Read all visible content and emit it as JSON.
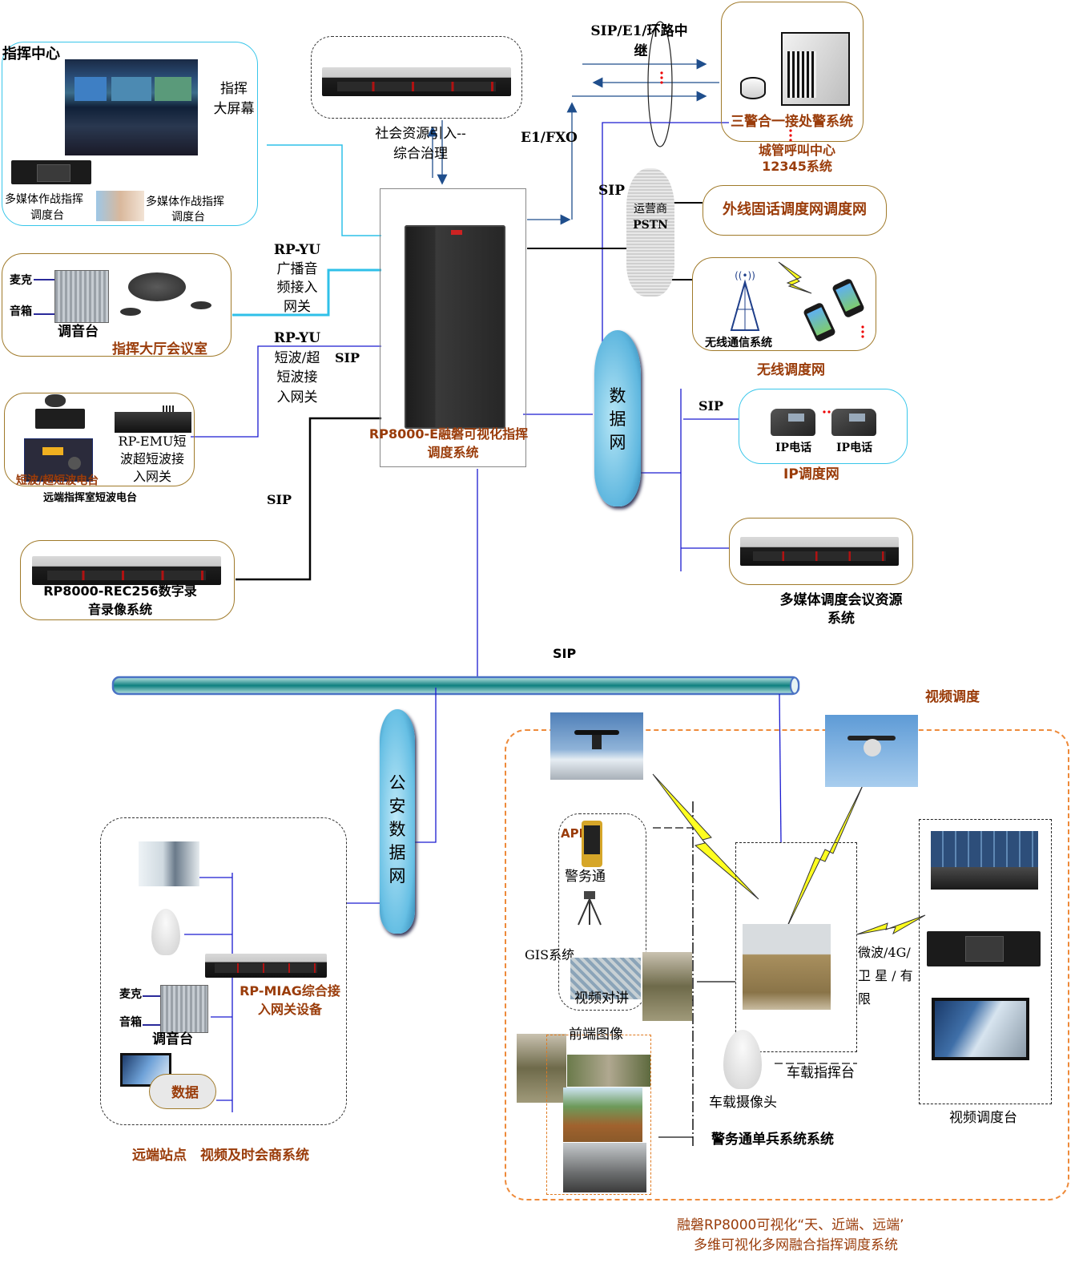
{
  "diagram": {
    "title_line1": "融磐RP8000可视化“天、近端、远端’",
    "title_line2": "多维可视化多网融合指挥调度系统",
    "core": {
      "name_line1": "RP8000-E融磐可视化指挥",
      "name_line2": "调度系统"
    },
    "command_center": {
      "title": "指挥中心",
      "big_screen_line1": "指挥",
      "big_screen_line2": "大屏幕",
      "console1_line1": "多媒体作战指挥",
      "console1_line2": "调度台",
      "console2_line1": "多媒体作战指挥",
      "console2_line2": "调度台"
    },
    "social_resource": {
      "line1": "社会资源引入--",
      "line2": "综合治理"
    },
    "trunk": {
      "label_line1": "SIP/E1/环路中",
      "label_line2": "继",
      "e1fxo": "E1/FXO"
    },
    "police_system": {
      "name": "三警合一接处警系统",
      "sub_line1": "城管呼叫中心",
      "sub_line2": "12345系统"
    },
    "pstn": {
      "sip": "SIP",
      "line1": "运营商",
      "line2": "PSTN"
    },
    "fixed_line": {
      "name": "外线固话调度网调度网"
    },
    "wireless": {
      "inner": "无线通信系统",
      "caption": "无线调度网"
    },
    "broadcast_gw": {
      "l1": "RP-YU",
      "l2": "广播音",
      "l3": "频接入",
      "l4": "网关"
    },
    "meeting_room": {
      "mic": "麦克",
      "speaker": "音箱",
      "mixer": "调音台",
      "caption": "指挥大厅会议室"
    },
    "sw_gw": {
      "l1": "RP-YU",
      "l2": "短波/超",
      "l3": "短波接",
      "l4": "入网关",
      "sip": "SIP"
    },
    "radio_station": {
      "radio": "短波/超短波电台",
      "emu_l1": "RP-EMU短",
      "emu_l2": "波超短波接",
      "emu_l3": "入网关",
      "caption": "远端指挥室短波电台"
    },
    "recorder": {
      "sip": "SIP",
      "line1": "RP8000-REC256数字录",
      "line2": "音录像系统"
    },
    "data_net": {
      "c1": "数",
      "c2": "据",
      "c3": "网"
    },
    "ip_net": {
      "sip": "SIP",
      "phone1": "IP电话",
      "phone2": "IP电话",
      "caption": "IP调度网"
    },
    "media_conf": {
      "line1": "多媒体调度会议资源",
      "line2": "系统"
    },
    "bus": {
      "sip": "SIP"
    },
    "police_net": {
      "c1": "公",
      "c2": "安",
      "c3": "数",
      "c4": "据",
      "c5": "网"
    },
    "remote_site": {
      "mic": "麦克",
      "speaker": "音箱",
      "mixer": "调音台",
      "data": "数据",
      "gw_line1": "RP-MIAG综合接",
      "gw_line2": "入网关设备",
      "caption": "远端站点　视频及时会商系统"
    },
    "video_dispatch": {
      "title": "视频调度",
      "app": "APP",
      "jwt": "警务通",
      "gis": "GIS系统",
      "video_talk": "视频对讲",
      "front_image": "前端图像",
      "vehicle_console": "车载指挥台",
      "vehicle_camera": "车载摄像头",
      "soldier_system": "警务通单兵系统系统",
      "link_l1": "微波/4G/",
      "link_l2": "卫 星 / 有",
      "link_l3": "限",
      "dispatch_console": "视频调度台"
    }
  }
}
